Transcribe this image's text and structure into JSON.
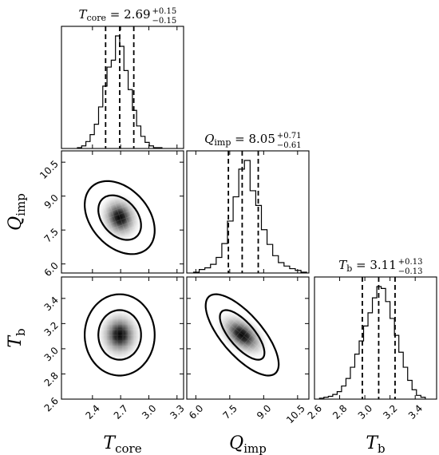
{
  "chart_data": {
    "type": "corner",
    "parameters": [
      {
        "symbol": "T",
        "subscript": "core",
        "median": "2.69",
        "plus": "+0.15",
        "minus": "−0.15",
        "ticks": [
          {
            "v": 2.4,
            "label": "2.4"
          },
          {
            "v": 2.7,
            "label": "2.7"
          },
          {
            "v": 3.0,
            "label": "3.0"
          },
          {
            "v": 3.3,
            "label": "3.3"
          }
        ],
        "range": [
          2.07,
          3.37
        ]
      },
      {
        "symbol": "Q",
        "subscript": "imp",
        "median": "8.05",
        "plus": "+0.71",
        "minus": "−0.61",
        "ticks": [
          {
            "v": 6.0,
            "label": "6.0"
          },
          {
            "v": 7.5,
            "label": "7.5"
          },
          {
            "v": 9.0,
            "label": "9.0"
          },
          {
            "v": 10.5,
            "label": "10.5"
          }
        ],
        "range": [
          5.6,
          11.0
        ]
      },
      {
        "symbol": "T",
        "subscript": "b",
        "median": "3.11",
        "plus": "+0.13",
        "minus": "−0.13",
        "ticks": [
          {
            "v": 2.6,
            "label": "2.6"
          },
          {
            "v": 2.8,
            "label": "2.8"
          },
          {
            "v": 3.0,
            "label": "3.0"
          },
          {
            "v": 3.2,
            "label": "3.2"
          },
          {
            "v": 3.4,
            "label": "3.4"
          }
        ],
        "range": [
          2.6,
          3.57
        ]
      }
    ],
    "histograms": [
      {
        "quantiles": [
          2.54,
          2.69,
          2.84
        ],
        "bin_edges": [
          2.24,
          2.285,
          2.33,
          2.375,
          2.42,
          2.465,
          2.51,
          2.555,
          2.6,
          2.645,
          2.69,
          2.735,
          2.78,
          2.825,
          2.87,
          2.915,
          2.96,
          3.005,
          3.05,
          3.095,
          3.14
        ],
        "counts": [
          1,
          3,
          8,
          16,
          28,
          48,
          72,
          94,
          102,
          130,
          118,
          90,
          68,
          44,
          26,
          14,
          7,
          3,
          1,
          1
        ]
      },
      {
        "quantiles": [
          7.44,
          8.05,
          8.76
        ],
        "bin_edges": [
          5.9,
          6.15,
          6.4,
          6.65,
          6.9,
          7.15,
          7.4,
          7.65,
          7.9,
          8.15,
          8.4,
          8.65,
          8.9,
          9.15,
          9.4,
          9.65,
          9.9,
          10.15,
          10.4,
          10.65,
          10.9
        ],
        "counts": [
          1,
          4,
          6,
          10,
          18,
          34,
          60,
          88,
          120,
          130,
          95,
          78,
          50,
          33,
          20,
          12,
          8,
          5,
          3,
          1
        ]
      },
      {
        "quantiles": [
          2.98,
          3.11,
          3.24
        ],
        "bin_edges": [
          2.64,
          2.675,
          2.71,
          2.745,
          2.78,
          2.815,
          2.85,
          2.885,
          2.92,
          2.955,
          2.99,
          3.025,
          3.06,
          3.095,
          3.13,
          3.165,
          3.2,
          3.235,
          3.27,
          3.305,
          3.34,
          3.375,
          3.41,
          3.445,
          3.48
        ],
        "counts": [
          1,
          2,
          3,
          5,
          8,
          14,
          22,
          34,
          48,
          62,
          78,
          92,
          108,
          120,
          118,
          104,
          86,
          68,
          50,
          34,
          20,
          10,
          4,
          2
        ]
      }
    ],
    "pairs": [
      {
        "x": 0,
        "y": 1,
        "center": [
          2.69,
          8.05
        ],
        "sigma": [
          0.15,
          0.65
        ],
        "rho": -0.35
      },
      {
        "x": 0,
        "y": 2,
        "center": [
          2.69,
          3.11
        ],
        "sigma": [
          0.15,
          0.13
        ],
        "rho": 0.0
      },
      {
        "x": 1,
        "y": 2,
        "center": [
          8.05,
          3.11
        ],
        "sigma": [
          0.65,
          0.13
        ],
        "rho": -0.72
      }
    ],
    "contour_levels": [
      "1-sigma",
      "2-sigma"
    ]
  }
}
